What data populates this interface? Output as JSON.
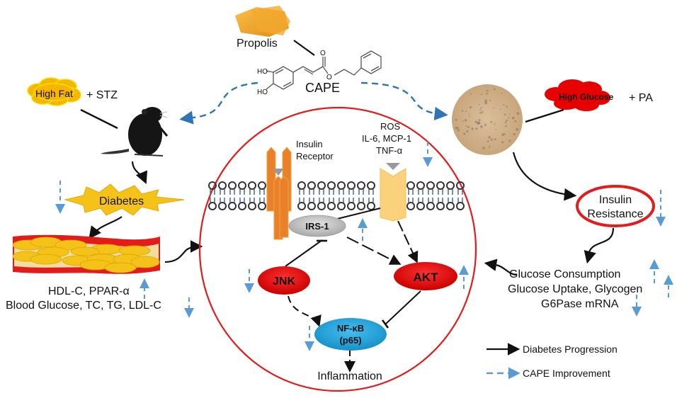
{
  "title": "CAPE mechanism in diabetes",
  "source": {
    "propolis_label": "Propolis",
    "compound_label": "CAPE",
    "ho_top": "HO",
    "ho_bottom": "HO",
    "o_carbonyl": "O",
    "o_ester": "O"
  },
  "in_vivo": {
    "diet_label": "High Fat",
    "plus_agent": "+ STZ",
    "disease_label": "Diabetes",
    "markers_up": "HDL-C, PPAR-α",
    "markers_down": "Blood Glucose, TC, TG, LDL-C"
  },
  "in_vitro": {
    "condition_label": "High Glucose",
    "plus_agent": "+ PA",
    "outcome_line1": "Insulin",
    "outcome_line2": "Resistance",
    "marker_line1": "Glucose Consumption",
    "marker_line2": "Glucose Uptake, Glycogen",
    "marker_line3": "G6Pase mRNA"
  },
  "cell": {
    "receptor_line1": "Insulin",
    "receptor_line2": "Receptor",
    "stimuli_line1": "ROS",
    "stimuli_line2": "IL-6, MCP-1",
    "stimuli_line3": "TNF-α",
    "nodes": {
      "irs1": "IRS-1",
      "jnk": "JNK",
      "akt": "AKT",
      "nfkb_line1": "NF-κB",
      "nfkb_line2": "(p65)"
    },
    "output_label": "Inflammation"
  },
  "legend": {
    "items": [
      {
        "label": "Diabetes Progression",
        "style": "solid-black-arrow"
      },
      {
        "label": "CAPE Improvement",
        "style": "dashed-blue-arrow"
      }
    ]
  },
  "colors": {
    "cell_border": "#e31b1b",
    "cape_arrow": "#2e75b6",
    "indicator": "#5b9bd5",
    "irs1": "#bfbfbf",
    "jnk_akt": "#e00000",
    "nfkb": "#1fa3dd",
    "receptor": "#e8812a",
    "fat_yellow": "#f5c21a"
  }
}
